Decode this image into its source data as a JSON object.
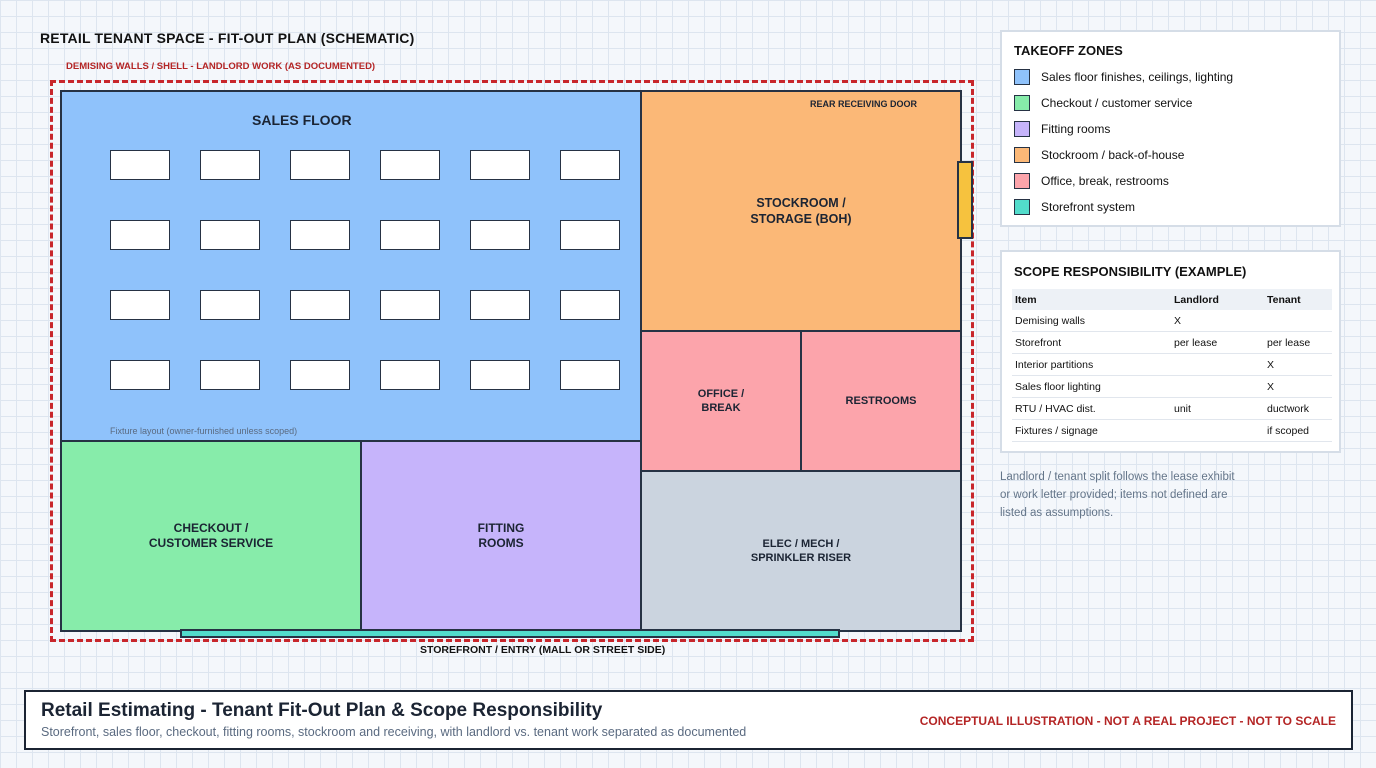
{
  "plan": {
    "title": "RETAIL TENANT SPACE - FIT-OUT PLAN (SCHEMATIC)",
    "demising_label": "DEMISING WALLS / SHELL - LANDLORD WORK (AS DOCUMENTED)",
    "rooms": {
      "sales_floor": "SALES FLOOR",
      "fixture_note": "Fixture layout (owner-furnished unless scoped)",
      "stockroom": "STOCKROOM /\nSTORAGE (BOH)",
      "rear_door": "REAR RECEIVING DOOR",
      "office": "OFFICE /\nBREAK",
      "restrooms": "RESTROOMS",
      "checkout": "CHECKOUT /\nCUSTOMER SERVICE",
      "fitting": "FITTING\nROOMS",
      "elec": "ELEC / MECH /\nSPRINKLER RISER"
    },
    "storefront_label": "STOREFRONT / ENTRY (MALL OR STREET SIDE)"
  },
  "legend": {
    "title": "TAKEOFF ZONES",
    "items": [
      {
        "label": "Sales floor finishes, ceilings, lighting",
        "color": "#8fc2fb"
      },
      {
        "label": "Checkout / customer service",
        "color": "#87ecaa"
      },
      {
        "label": "Fitting rooms",
        "color": "#c6b4fb"
      },
      {
        "label": "Stockroom / back-of-house",
        "color": "#fbb877"
      },
      {
        "label": "Office, break, restrooms",
        "color": "#fca4ab"
      },
      {
        "label": "Storefront system",
        "color": "#52dccb"
      }
    ]
  },
  "scope": {
    "title": "SCOPE RESPONSIBILITY (EXAMPLE)",
    "headers": [
      "Item",
      "Landlord",
      "Tenant"
    ],
    "rows": [
      [
        "Demising walls",
        "X",
        ""
      ],
      [
        "Storefront",
        "per lease",
        "per lease"
      ],
      [
        "Interior partitions",
        "",
        "X"
      ],
      [
        "Sales floor lighting",
        "",
        "X"
      ],
      [
        "RTU / HVAC dist.",
        "unit",
        "ductwork"
      ],
      [
        "Fixtures / signage",
        "",
        "if scoped"
      ]
    ],
    "note": "Landlord / tenant split follows the lease exhibit or work letter provided; items not defined are listed as assumptions."
  },
  "footer": {
    "title": "Retail Estimating - Tenant Fit-Out Plan & Scope Responsibility",
    "subtitle": "Storefront, sales floor, checkout, fitting rooms, stockroom and receiving, with landlord vs. tenant work separated as documented",
    "disclaimer": "CONCEPTUAL ILLUSTRATION - NOT A REAL PROJECT - NOT TO SCALE"
  }
}
